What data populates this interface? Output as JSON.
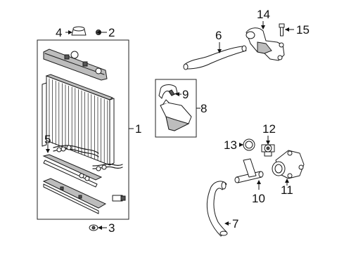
{
  "diagram": {
    "callouts": [
      {
        "id": "callout-1",
        "text": "1"
      },
      {
        "id": "callout-2",
        "text": "2"
      },
      {
        "id": "callout-3",
        "text": "3"
      },
      {
        "id": "callout-4",
        "text": "4"
      },
      {
        "id": "callout-5",
        "text": "5"
      },
      {
        "id": "callout-6",
        "text": "6"
      },
      {
        "id": "callout-7",
        "text": "7"
      },
      {
        "id": "callout-8",
        "text": "8"
      },
      {
        "id": "callout-9",
        "text": "9"
      },
      {
        "id": "callout-10",
        "text": "10"
      },
      {
        "id": "callout-11",
        "text": "11"
      },
      {
        "id": "callout-12",
        "text": "12"
      },
      {
        "id": "callout-13",
        "text": "13"
      },
      {
        "id": "callout-14",
        "text": "14"
      },
      {
        "id": "callout-15",
        "text": "15"
      }
    ]
  }
}
